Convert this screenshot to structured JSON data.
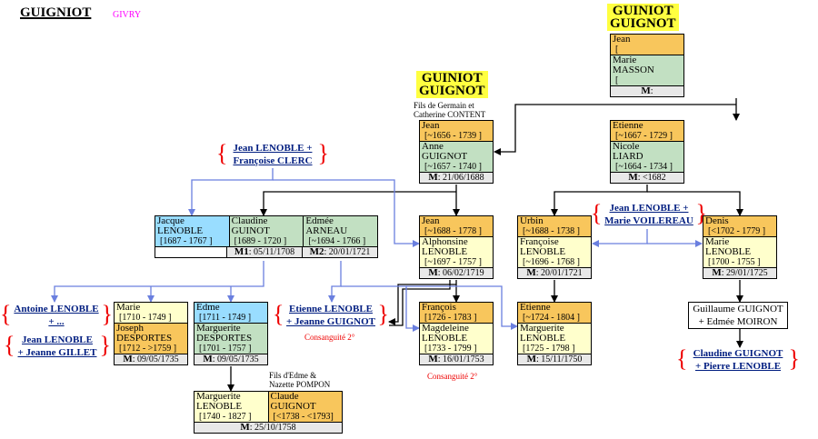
{
  "header": {
    "title": "GUIGNIOT",
    "place": "GIVRY"
  },
  "family_labels": [
    {
      "id": "fam1",
      "lines": [
        "GUINIOT",
        "GUIGNOT"
      ]
    },
    {
      "id": "fam2",
      "lines": [
        "GUINIOT",
        "GUIGNOT"
      ]
    }
  ],
  "notes": {
    "n1": [
      "Fils de Germain et",
      "Catherine CONTENT"
    ],
    "n2": [
      "Fils d'Edme &",
      "Nazette POMPON"
    ]
  },
  "marriage_prefix": "M",
  "couples": [
    {
      "id": "c1",
      "husband": {
        "name": [
          "Jean"
        ],
        "dates": "[",
        "color": "orange"
      },
      "wife": {
        "name": [
          "Marie",
          "MASSON"
        ],
        "dates": "[",
        "color": "green"
      },
      "marriage": ":"
    },
    {
      "id": "c2",
      "husband": {
        "name": [
          "Jean"
        ],
        "dates": "[~1656 - 1739 ]",
        "color": "orange"
      },
      "wife": {
        "name": [
          "Anne",
          "GUIGNOT"
        ],
        "dates": "[~1657 - 1740 ]",
        "color": "green"
      },
      "marriage": ": 21/06/1688"
    },
    {
      "id": "c3",
      "husband": {
        "name": [
          "Etienne"
        ],
        "dates": "[~1667 - 1729 ]",
        "color": "orange"
      },
      "wife": {
        "name": [
          "Nicole",
          "LIARD"
        ],
        "dates": "[~1664 - 1734 ]",
        "color": "green"
      },
      "marriage": ": <1682"
    },
    {
      "id": "c4",
      "husband": {
        "name": [
          "Jean"
        ],
        "dates": "[~1688 - 1778 ]",
        "color": "orange"
      },
      "wife": {
        "name": [
          "Alphonsine",
          "LENOBLE"
        ],
        "dates": "[~1697 - 1757 ]",
        "color": "yellow"
      },
      "marriage": ": 06/02/1719"
    },
    {
      "id": "c5",
      "husband": {
        "name": [
          "Urbin"
        ],
        "dates": "[~1688 - 1738 ]",
        "color": "orange"
      },
      "wife": {
        "name": [
          "Françoise",
          "LENOBLE"
        ],
        "dates": "[~1696 - 1768 ]",
        "color": "yellow"
      },
      "marriage": ": 20/01/1721"
    },
    {
      "id": "c6",
      "husband": {
        "name": [
          "Denis"
        ],
        "dates": "[<1702 - 1779 ]",
        "color": "orange"
      },
      "wife": {
        "name": [
          "Marie",
          "LENOBLE"
        ],
        "dates": "[1700 - 1755 ]",
        "color": "yellow"
      },
      "marriage": ": 29/01/1725"
    },
    {
      "id": "c7",
      "husband": {
        "name": [
          "Marie"
        ],
        "dates": "[1710 - 1749 ]",
        "color": "yellow"
      },
      "wife": {
        "name": [
          "Joseph",
          "DESPORTES"
        ],
        "dates": "[1712 - >1759 ]",
        "color": "orange"
      },
      "marriage": ": 09/05/1735"
    },
    {
      "id": "c8",
      "husband": {
        "name": [
          "Edme"
        ],
        "dates": "[1711 - 1749 ]",
        "color": "blue"
      },
      "wife": {
        "name": [
          "Marguerite",
          "DESPORTES"
        ],
        "dates": "[1701 - 1757 ]",
        "color": "green"
      },
      "marriage": ": 09/05/1735"
    },
    {
      "id": "c9",
      "husband": {
        "name": [
          "François"
        ],
        "dates": "[1726 - 1783 ]",
        "color": "orange"
      },
      "wife": {
        "name": [
          "Magdeleine",
          "LENOBLE"
        ],
        "dates": "[1733 - 1799 ]",
        "color": "yellow"
      },
      "marriage": ": 16/01/1753"
    },
    {
      "id": "c10",
      "husband": {
        "name": [
          "Etienne"
        ],
        "dates": "[~1724 - 1804 ]",
        "color": "orange"
      },
      "wife": {
        "name": [
          "Marguerite",
          "LENOBLE"
        ],
        "dates": "[1725 - 1798 ]",
        "color": "yellow"
      },
      "marriage": ": 15/11/1750"
    }
  ],
  "triple": {
    "persons": [
      {
        "name": [
          "Jacque",
          "LENOBLE"
        ],
        "dates": "[1687 - 1767 ]",
        "color": "blue"
      },
      {
        "name": [
          "Claudine",
          "GUINOT"
        ],
        "dates": "[1689 - 1720 ]",
        "color": "green"
      },
      {
        "name": [
          "Edmée",
          "ARNEAU"
        ],
        "dates": "[~1694 - 1766 ]",
        "color": "green"
      }
    ],
    "m1_label": "M1",
    "m1": ": 05/11/1708",
    "m2_label": "M2",
    "m2": ": 20/01/1721"
  },
  "side_couple": {
    "persons": [
      {
        "name": [
          "Marguerite",
          "LENOBLE"
        ],
        "dates": "[1740 - 1827 ]",
        "color": "yellow"
      },
      {
        "name": [
          "Claude",
          "GUIGNOT"
        ],
        "dates": "[<1738 - <1793]",
        "color": "orange"
      }
    ],
    "marriage": ": 25/10/1758"
  },
  "links": [
    {
      "id": "l1",
      "lines": [
        "Jean LENOBLE +",
        "Françoise CLERC"
      ]
    },
    {
      "id": "l2",
      "lines": [
        "Jean LENOBLE +",
        "Marie VOILEREAU"
      ]
    },
    {
      "id": "l3",
      "lines": [
        "Antoine LENOBLE",
        "+ ..."
      ]
    },
    {
      "id": "l4",
      "lines": [
        "Jean LENOBLE",
        "+ Jeanne GILLET"
      ]
    },
    {
      "id": "l5",
      "lines": [
        "Etienne LENOBLE",
        "+ Jeanne GUIGNOT"
      ]
    },
    {
      "id": "l6",
      "lines": [
        "Claudine GUIGNOT",
        "+ Pierre LENOBLE"
      ]
    }
  ],
  "plain_couple": {
    "lines": [
      "Guillaume GUIGNOT",
      "+ Edmée MOIRON"
    ]
  },
  "consanguinity": [
    "Consanguité 2°",
    "Consanguité 2°"
  ],
  "colors": {
    "orange": "#f8c65c",
    "green": "#c2e0c2",
    "yellow": "#ffffcc",
    "blue": "#99ddff",
    "family_label": "#ffff40",
    "link": "#001d80",
    "brace": "#ee0000",
    "blue_line": "#6a7fdf",
    "place": "#ff00ff"
  }
}
